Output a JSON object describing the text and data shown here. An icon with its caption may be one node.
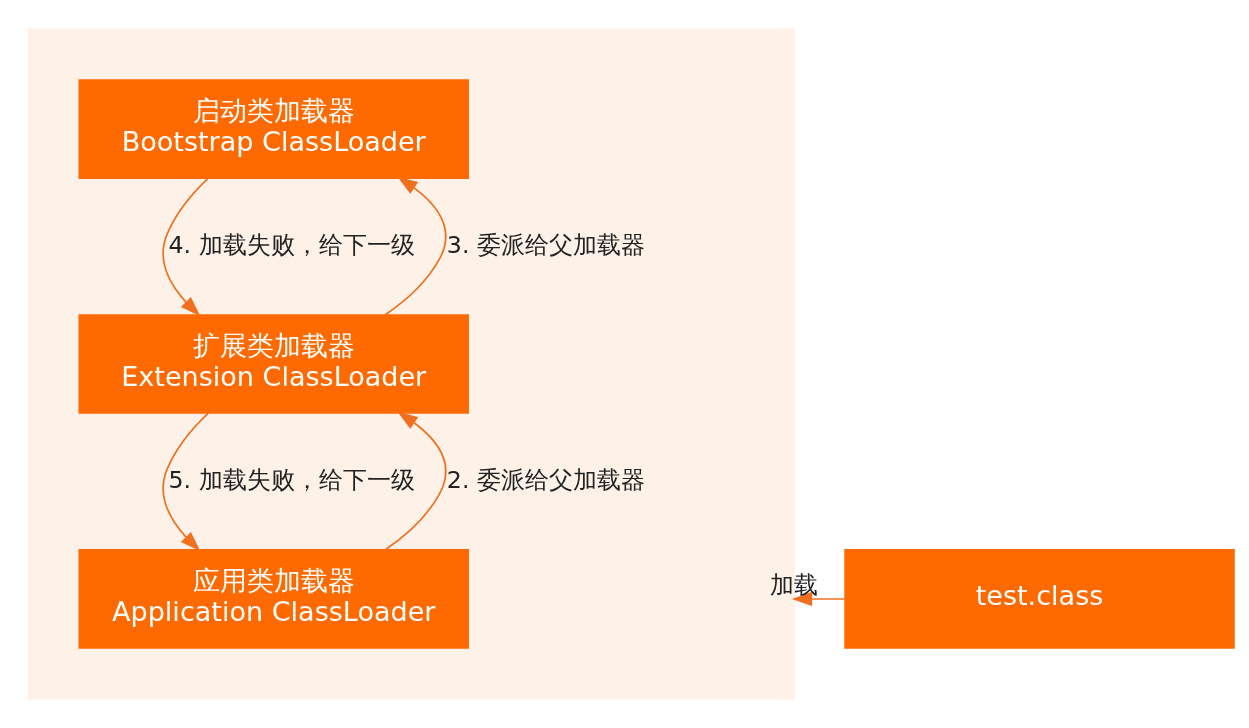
{
  "diagram": {
    "nodes": [
      {
        "text": [],
        "shape": "box"
      },
      {
        "text": [
          "启动类加载器",
          "Bootstrap ClassLoader"
        ],
        "in": 0
      },
      {
        "text": [
          "扩展类加载器",
          "Extension ClassLoader"
        ],
        "in": 0
      },
      {
        "text": [
          "应用类加载器",
          "Application ClassLoader"
        ],
        "in": 0
      },
      {
        "text": [
          "test.class"
        ]
      }
    ],
    "edges": [
      {
        "from": 4,
        "to": 0,
        "arrow": "to",
        "label": "加载"
      },
      {
        "from": 3,
        "to": 2,
        "arrow": "to",
        "label": "2. 委派给父加载器"
      },
      {
        "from": 2,
        "to": 1,
        "arrow": "to",
        "label": "3. 委派给父加载器"
      },
      {
        "from": 1,
        "to": 2,
        "arrow": "to",
        "label": "4. 加载失败，给下一级"
      },
      {
        "from": 2,
        "to": 3,
        "arrow": "to",
        "label": "5. 加载失败，给下一级"
      }
    ]
  }
}
